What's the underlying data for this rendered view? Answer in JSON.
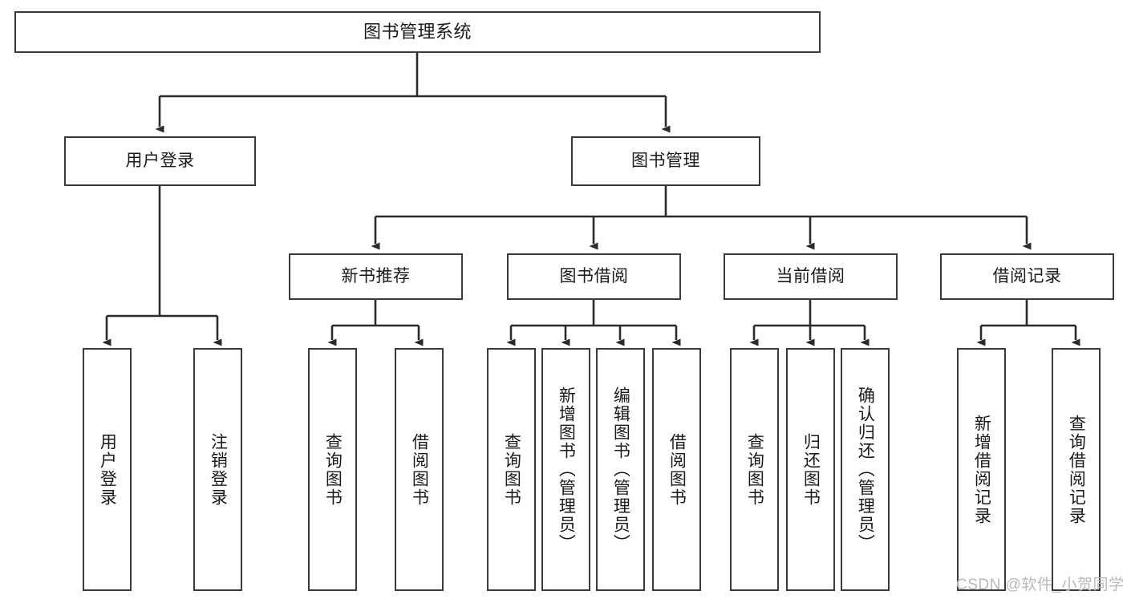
{
  "diagram": {
    "title": "图书管理系统",
    "type": "tree-hierarchy",
    "stroke_color": "#3a3a3a",
    "background_color": "#ffffff",
    "text_color": "#1a1a1a",
    "root": {
      "label": "图书管理系统"
    },
    "level2": [
      {
        "label": "用户登录"
      },
      {
        "label": "图书管理"
      }
    ],
    "level3": [
      {
        "label": "新书推荐"
      },
      {
        "label": "图书借阅"
      },
      {
        "label": "当前借阅"
      },
      {
        "label": "借阅记录"
      }
    ],
    "leaves": {
      "user_login": [
        {
          "label": "用户登录"
        },
        {
          "label": "注销登录"
        }
      ],
      "new_book_recommend": [
        {
          "label": "查询图书"
        },
        {
          "label": "借阅图书"
        }
      ],
      "book_borrow": [
        {
          "label": "查询图书"
        },
        {
          "label": "新增图书（管理员）"
        },
        {
          "label": "编辑图书（管理员）"
        },
        {
          "label": "借阅图书"
        }
      ],
      "current_borrow": [
        {
          "label": "查询图书"
        },
        {
          "label": "归还图书"
        },
        {
          "label": "确认归还（管理员）"
        }
      ],
      "borrow_record": [
        {
          "label": "新增借阅记录"
        },
        {
          "label": "查询借阅记录"
        }
      ]
    }
  },
  "watermark": {
    "text": "CSDN @软件_小贺同学"
  }
}
